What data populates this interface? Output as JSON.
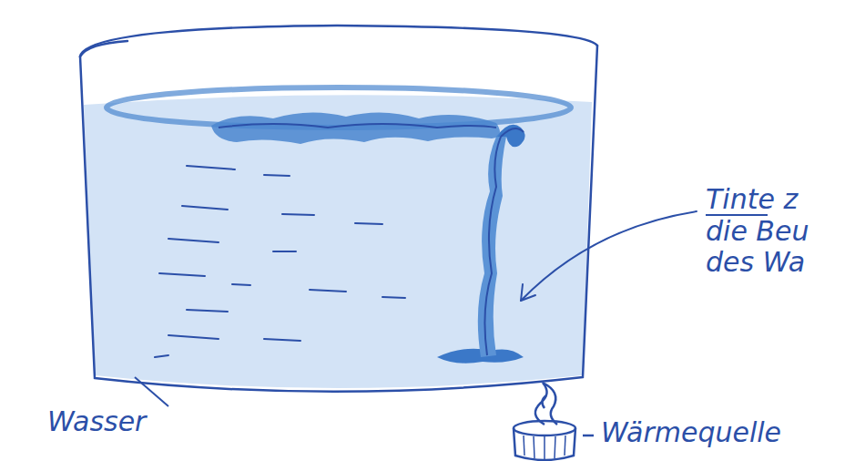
{
  "diagram": {
    "labels": [
      "Wasser",
      "Wärmequelle",
      "Tinte z die Beu des Wa"
    ]
  }
}
